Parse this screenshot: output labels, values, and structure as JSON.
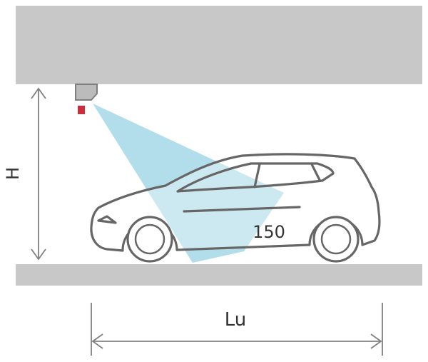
{
  "labels": {
    "height": "H",
    "length": "Lu",
    "beam_value": "150"
  },
  "colors": {
    "surface": "#c8c8c8",
    "beam": "#a8dae8",
    "car_outline": "#666666",
    "dimension_line": "#808080",
    "sensor_body": "#bbbbbb",
    "sensor_led": "#cc2d3c"
  }
}
